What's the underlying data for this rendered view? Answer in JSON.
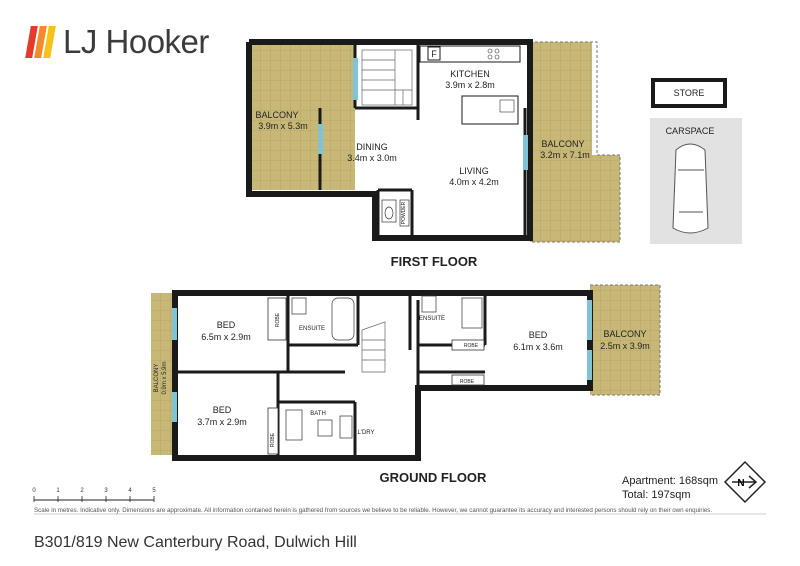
{
  "brand": {
    "name": "LJ Hooker",
    "bar_colors": [
      "#e53b2c",
      "#f28c28",
      "#f6c21a"
    ],
    "text_color": "#3b3b3b"
  },
  "colors": {
    "wall": "#1a1a1a",
    "balcony_tile": "#c8b878",
    "window": "#7fc4d6",
    "carspace": "#e2e2e2"
  },
  "first_floor": {
    "label": "FIRST FLOOR",
    "rooms": {
      "balcony_left": {
        "name": "BALCONY",
        "size": "3.9m x 5.3m"
      },
      "kitchen": {
        "name": "KITCHEN",
        "size": "3.9m x 2.8m"
      },
      "dining": {
        "name": "DINING",
        "size": "3.4m x 3.0m"
      },
      "living": {
        "name": "LIVING",
        "size": "4.0m x 4.2m"
      },
      "balcony_right": {
        "name": "BALCONY",
        "size": "3.2m x 7.1m"
      },
      "fridge": "F",
      "powder": "POWDER"
    }
  },
  "outside": {
    "store": "STORE",
    "carspace": "CARSPACE"
  },
  "ground_floor": {
    "label": "GROUND FLOOR",
    "rooms": {
      "bed1": {
        "name": "BED",
        "size": "6.5m x 2.9m"
      },
      "bed2": {
        "name": "BED",
        "size": "3.7m x 2.9m"
      },
      "bed3": {
        "name": "BED",
        "size": "6.1m x 3.6m"
      },
      "balcony_right": {
        "name": "BALCONY",
        "size": "2.5m x 3.9m"
      },
      "balcony_left": {
        "name": "BALCONY",
        "size": "0.9m x 5.9m"
      },
      "ensuite1": "ENSUITE",
      "ensuite2": "ENSUITE",
      "bath": "BATH",
      "laundry": "L'DRY",
      "robe": "ROBE"
    }
  },
  "scale": {
    "ticks": [
      "0",
      "1",
      "2",
      "3",
      "4",
      "5"
    ]
  },
  "area": {
    "apartment": "Apartment: 168sqm",
    "total": "Total: 197sqm"
  },
  "compass": {
    "label": "N"
  },
  "disclaimer": "Scale in metres. Indicative only. Dimensions are approximate. All information contained herein is gathered from sources we believe to be reliable. However, we cannot guarantee its accuracy and interested persons should rely on their own enquiries.",
  "address": "B301/819 New Canterbury Road, Dulwich Hill"
}
